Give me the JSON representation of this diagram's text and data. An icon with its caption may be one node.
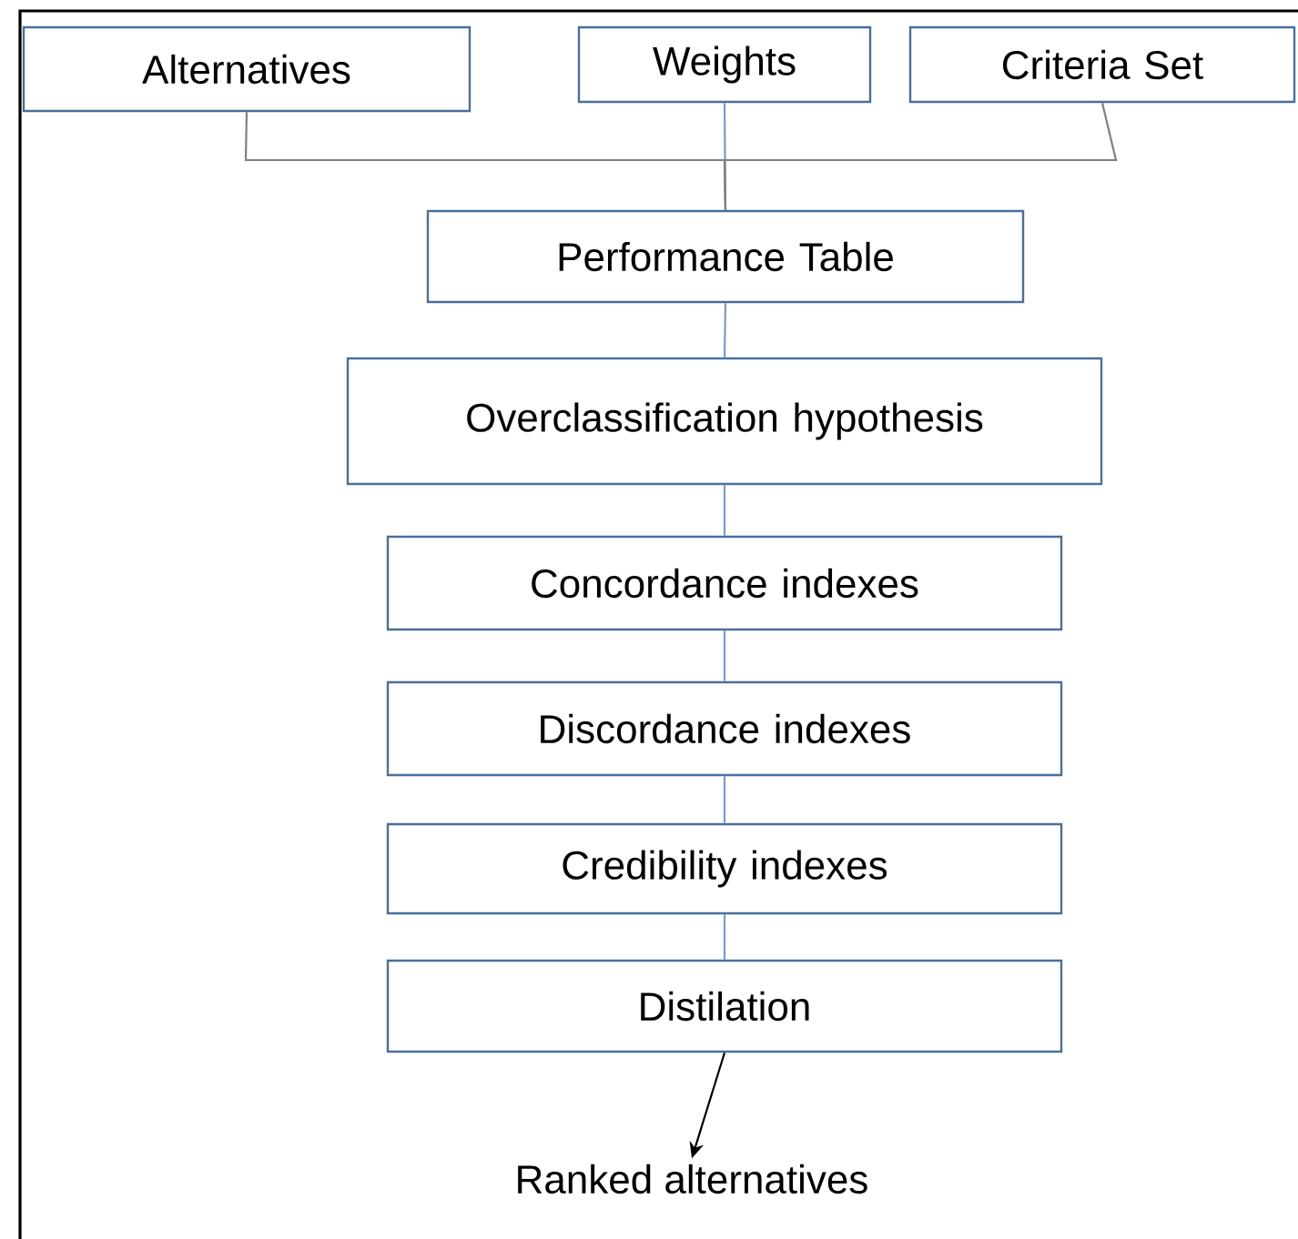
{
  "diagram": {
    "nodes": [
      {
        "text": [
          "Alternatives"
        ]
      },
      {
        "text": [
          "Weights"
        ]
      },
      {
        "text": [
          "Criteria Set"
        ]
      },
      {
        "text": [
          "Performance Table"
        ]
      },
      {
        "text": [
          "Overclassification hypothesis"
        ]
      },
      {
        "text": [
          "Concordance indexes"
        ]
      },
      {
        "text": [
          "Discordance indexes"
        ]
      },
      {
        "text": [
          "Credibility indexes"
        ]
      },
      {
        "text": [
          "Distilation"
        ]
      },
      {
        "text": [
          "Ranked alternatives"
        ]
      }
    ],
    "edges": [
      {
        "from": 0,
        "to": 3,
        "arrow": "none",
        "color": "#808080"
      },
      {
        "from": 1,
        "to": 3,
        "arrow": "none"
      },
      {
        "from": 2,
        "to": 3,
        "arrow": "none",
        "color": "#808080"
      },
      {
        "from": 3,
        "to": 4,
        "arrow": "none"
      },
      {
        "from": 4,
        "to": 5,
        "arrow": "none"
      },
      {
        "from": 5,
        "to": 6,
        "arrow": "none"
      },
      {
        "from": 6,
        "to": 7,
        "arrow": "none"
      },
      {
        "from": 7,
        "to": 8,
        "arrow": "none"
      },
      {
        "from": 8,
        "to": 9,
        "arrow": "to",
        "color": "#000000"
      }
    ]
  }
}
